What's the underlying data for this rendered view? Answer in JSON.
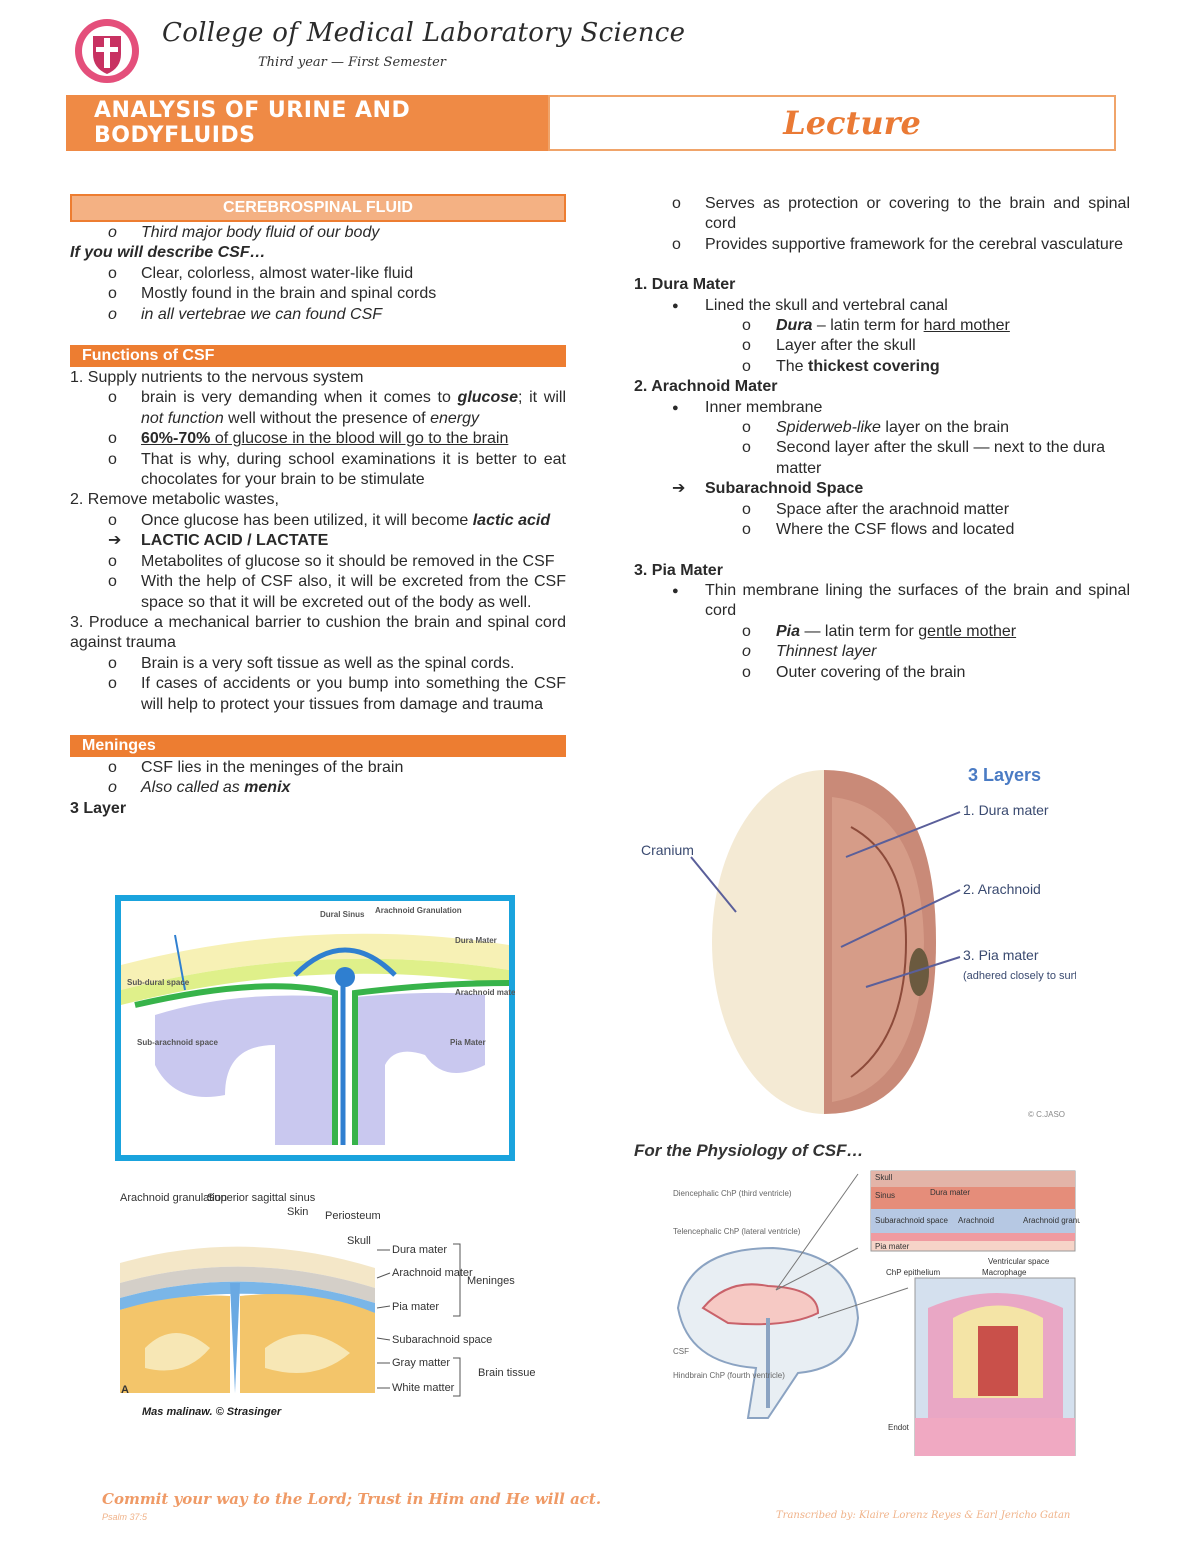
{
  "header": {
    "college": "College of Medical Laboratory Science",
    "year": "Third year — First Semester",
    "subject": "ANALYSIS OF URINE AND BODYFLUIDS",
    "type": "Lecture"
  },
  "left": {
    "csf_head": "CEREBROSPINAL FLUID",
    "csf_intro": "Third major body fluid of our body",
    "describe": "If you will describe CSF…",
    "describe_items": [
      "Clear, colorless, almost water-like fluid",
      "Mostly found in the brain and spinal cords",
      "in all vertebrae we can found CSF"
    ],
    "functions_head": "Functions of CSF",
    "f1": "1. Supply nutrients to the nervous system",
    "f1_a_pre": "brain is very demanding when it comes to ",
    "f1_a_glucose": "glucose",
    "f1_a_mid": "; it will ",
    "f1_a_nf": "not function",
    "f1_a_mid2": " well without the presence of ",
    "f1_a_energy": "energy",
    "f1_b_bold": "60%-70%",
    "f1_b_rest": " of glucose in the blood will go to the brain",
    "f1_c": "That is why, during school examinations it is better to eat chocolates for your brain to be stimulate",
    "f2": "2. Remove metabolic wastes,",
    "f2_a_pre": "Once glucose has been utilized, it will become ",
    "f2_a_lactic": "lactic acid",
    "f2_arrow": "LACTIC ACID / LACTATE",
    "f2_b": "Metabolites of glucose so it should be removed in the CSF",
    "f2_c": "With the help of CSF also, it will be excreted from the CSF space so that it will be excreted out of the body as well.",
    "f3": "3. Produce a mechanical barrier to cushion the brain and spinal cord against trauma",
    "f3_a": "Brain is a very soft tissue as well as the spinal cords.",
    "f3_b": "If cases of accidents or you bump into something the CSF will help to protect your tissues from damage and trauma",
    "meninges_head": "Meninges",
    "men_a": "CSF lies in the meninges of the brain",
    "men_b_pre": "Also called as ",
    "men_b_bold": "menix",
    "layers": "3 Layer"
  },
  "right": {
    "r_a": "Serves as protection or covering to the brain and spinal cord",
    "r_b": "Provides supportive framework for the cerebral vasculature",
    "dura_title": "1. Dura Mater",
    "dura_1": "Lined the skull and vertebral canal",
    "dura_1a_bold": "Dura",
    "dura_1a_mid": " – latin term for ",
    "dura_1a_ul": "hard mother",
    "dura_1b": "Layer after the skull",
    "dura_1c_pre": "The ",
    "dura_1c_bold": "thickest covering",
    "arach_title": "2. Arachnoid Mater",
    "arach_1": "Inner membrane",
    "arach_1a_it": "Spiderweb-like",
    "arach_1a_rest": " layer on the brain",
    "arach_1b": "Second layer after the skull — next to the dura matter",
    "sub_title": "Subarachnoid Space",
    "sub_a": "Space after the arachnoid matter",
    "sub_b": "Where the CSF flows and located",
    "pia_title": "3. Pia Mater",
    "pia_1": "Thin membrane lining the surfaces of the brain and spinal cord",
    "pia_1a_bold": "Pia",
    "pia_1a_mid": " — latin term for ",
    "pia_1a_ul": "gentle mother",
    "pia_1b": "Thinnest layer",
    "pia_1c": "Outer covering of the brain"
  },
  "fig1": {
    "dural_sinus": "Dural Sinus",
    "arach_gran": "Arachnoid Granulation",
    "dura": "Dura Mater",
    "sub_dural": "Sub-dural space",
    "arachnoid": "Arachnoid mater",
    "sub_arach": "Sub-arachnoid space",
    "pia": "Pia Mater"
  },
  "fig2": {
    "arach_gran": "Arachnoid granulation",
    "sup_sinus": "Superior sagittal sinus",
    "skin": "Skin",
    "periosteum": "Periosteum",
    "skull": "Skull",
    "dura": "Dura mater",
    "arachnoid": "Arachnoid mater",
    "pia": "Pia mater",
    "meninges": "Meninges",
    "subarach": "Subarachnoid space",
    "gray": "Gray matter",
    "white": "White matter",
    "brain_tissue": "Brain tissue",
    "a": "A",
    "caption": "Mas malinaw. © Strasinger"
  },
  "fig3": {
    "title": "3 Layers",
    "cranium": "Cranium",
    "dura": "1. Dura mater",
    "arachnoid": "2. Arachnoid",
    "pia": "3. Pia mater",
    "pia_note": "(adhered closely to surface of brain)",
    "credit": "© C.JASO"
  },
  "physio": "For the Physiology of CSF…",
  "fig4": {
    "dienceph": "Diencephalic ChP (third ventricle)",
    "telenceph": "Telencephalic ChP (lateral ventricle)",
    "csf": "CSF",
    "hindbrain": "Hindbrain ChP (fourth ventricle)",
    "skull": "Skull",
    "sinus": "Sinus",
    "dura": "Dura mater",
    "subarach": "Subarachnoid space",
    "arachnoid": "Arachnoid",
    "arach_gran": "Arachnoid granulation",
    "pia": "Pia mater",
    "ventricular": "Ventricular space",
    "chp_epith": "ChP epithelium",
    "macrophage": "Macrophage",
    "endot": "Endot"
  },
  "footer": {
    "quote": "Commit your way to the Lord; Trust in Him and He will act.",
    "psalm": "Psalm 37:5",
    "credit": "Transcribed by: Klaire Lorenz Reyes & Earl Jericho Gatan"
  },
  "colors": {
    "accent": "#ed7d31",
    "accent_light": "#f4b183",
    "dura_green": "#5fbf3a",
    "skull_yellow": "#f4e7a0",
    "brain_tan": "#f3c56a"
  }
}
